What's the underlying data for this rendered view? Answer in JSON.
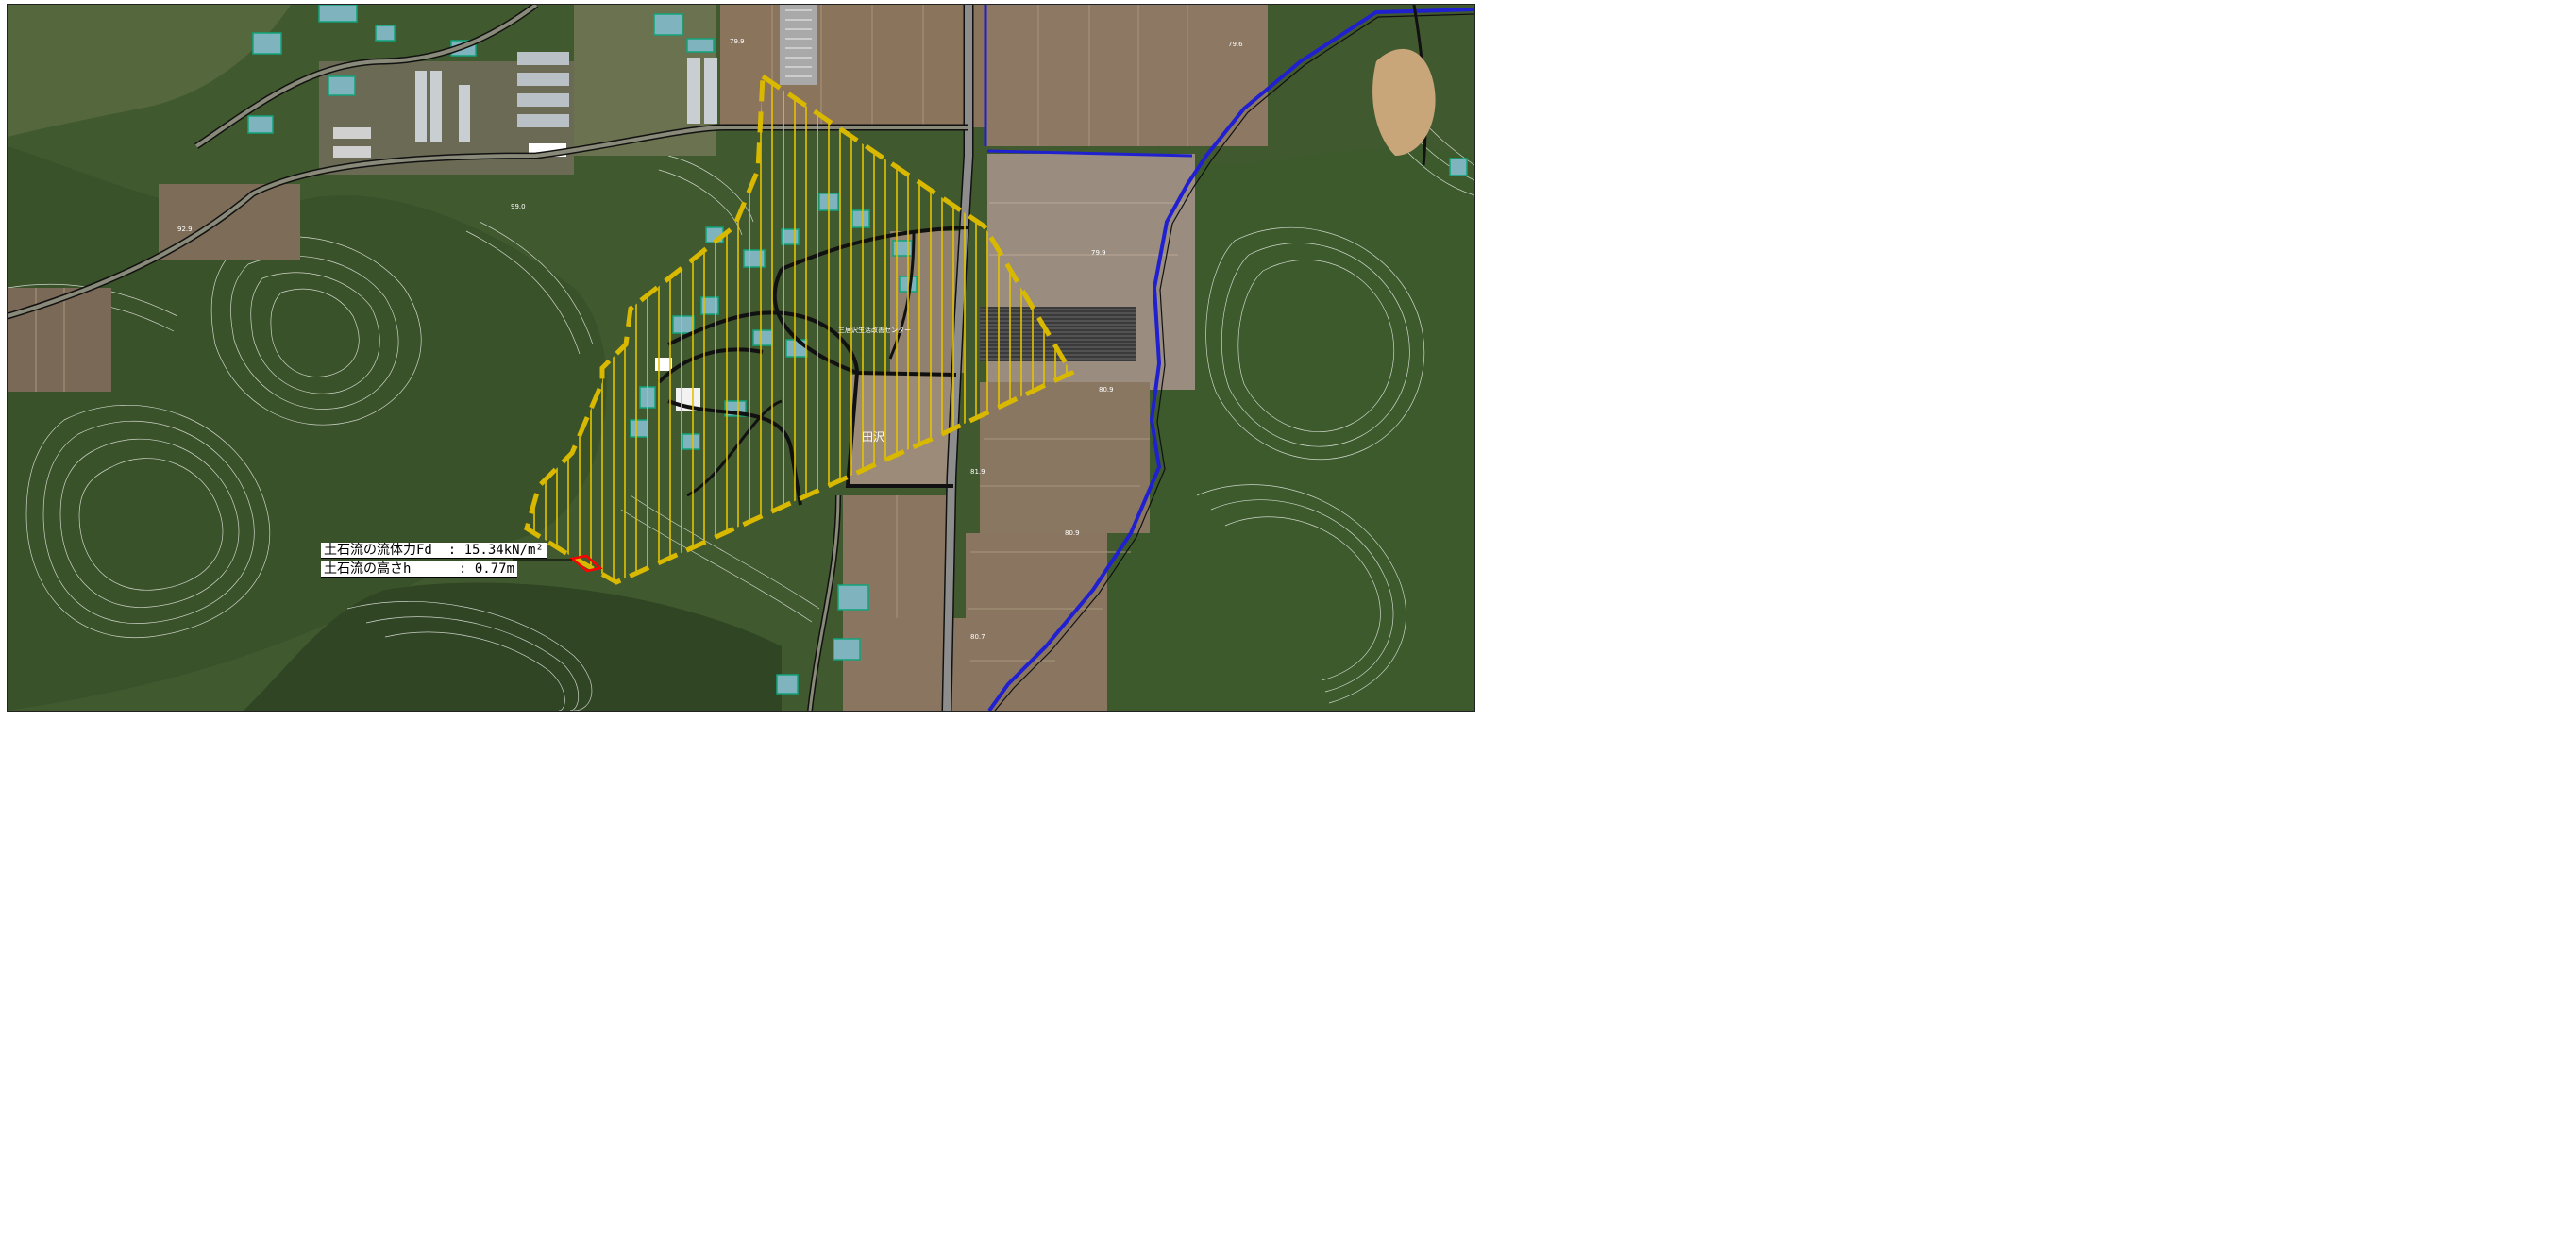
{
  "map": {
    "place_name": "田沢",
    "facility_label": "三居沢生活改善センター",
    "elevation_labels": [
      "79.9",
      "79.9",
      "80.9",
      "79.6",
      "80.9",
      "81.9",
      "80.7",
      "92.9",
      "99.0"
    ],
    "legend": {
      "line1": "土石流の流体力Fd  : 15.34kN/m²",
      "line2": "土石流の高さh      : 0.77m"
    },
    "colors": {
      "hazard_zone_outline": "#d9b800",
      "hazard_hatch": "#e3c200",
      "evaluation_point": "#ff0000",
      "river": "#2020d0",
      "road_casing": "#111111",
      "contour": "#ffffff",
      "field_soil": "#8a7660",
      "forest": "#3f5a30"
    }
  }
}
